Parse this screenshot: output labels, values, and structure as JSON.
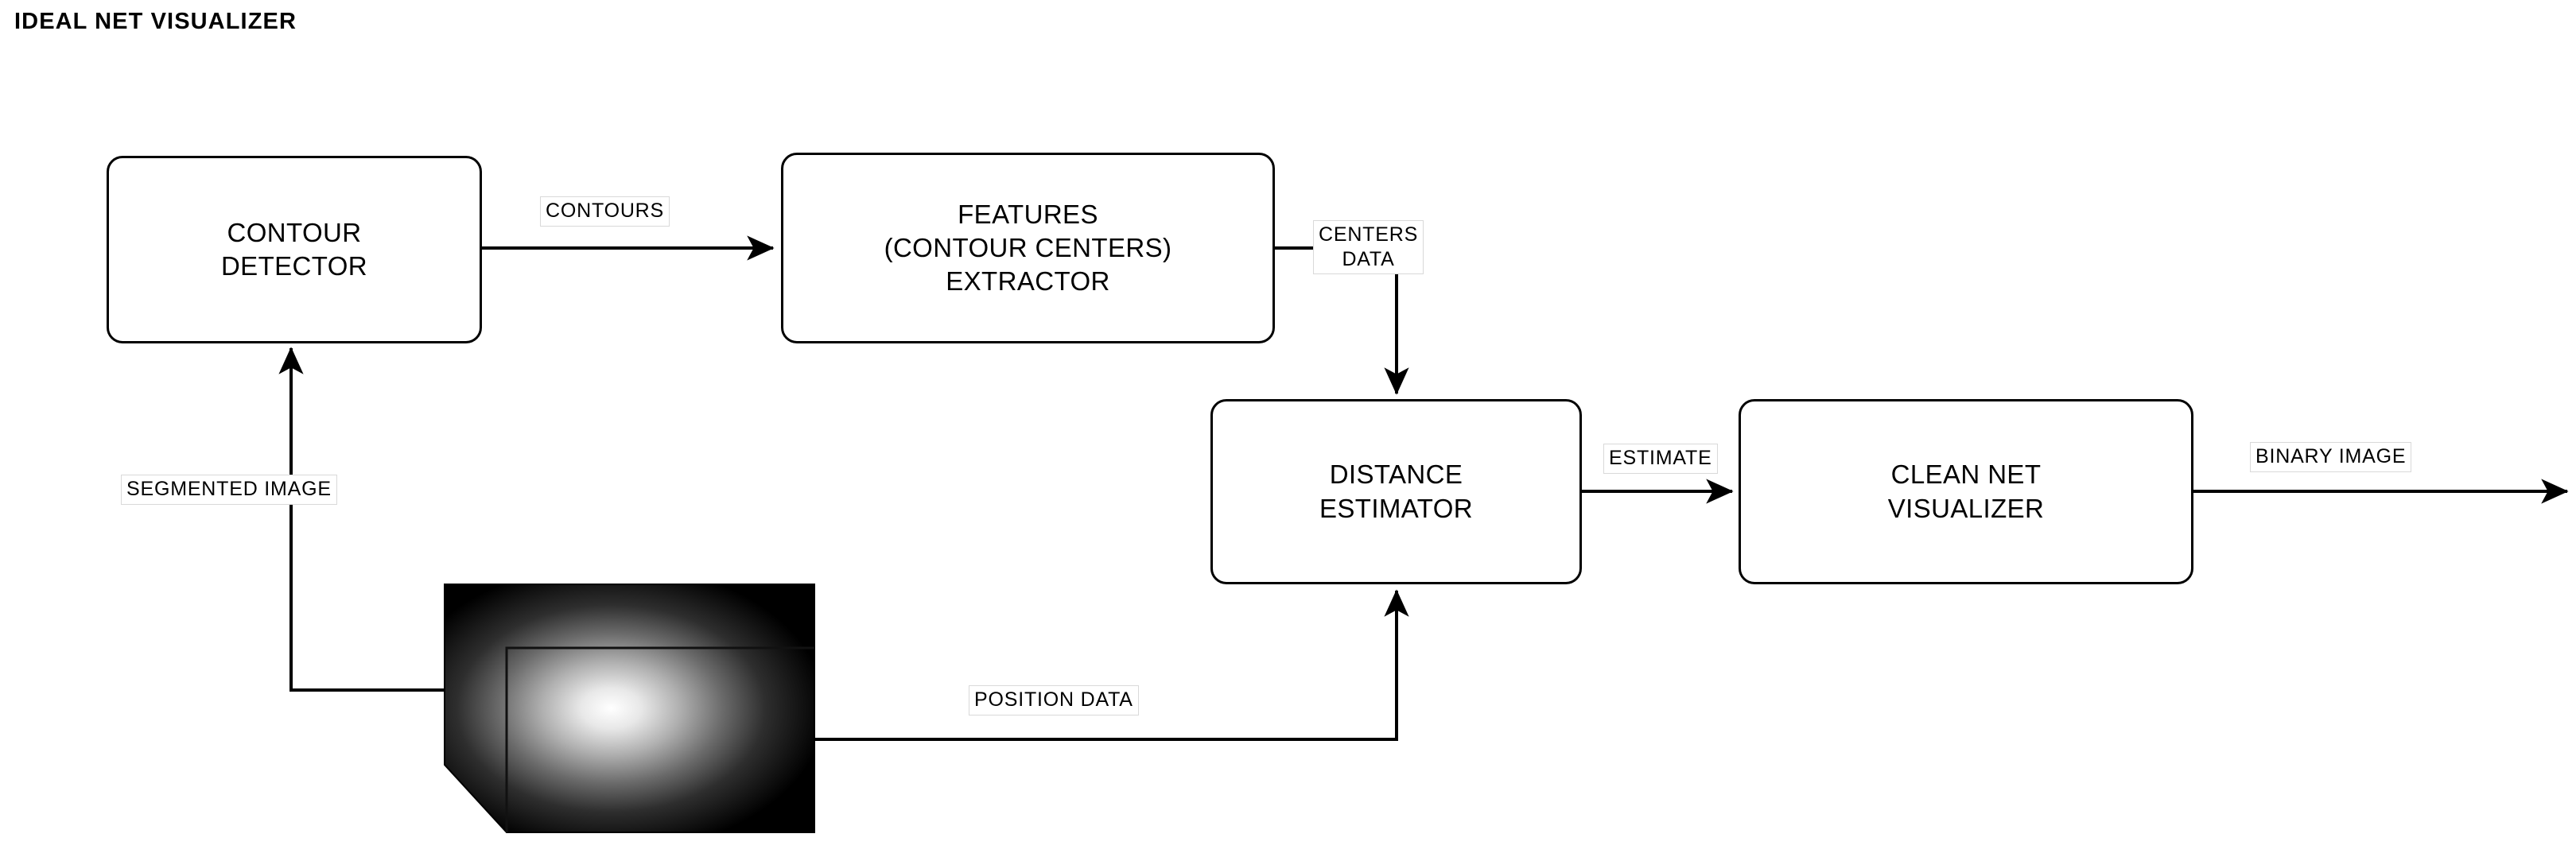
{
  "diagram": {
    "title": "IDEAL NET VISUALIZER",
    "type": "block-flow-diagram",
    "background_color": "#ffffff",
    "line_color": "#000000",
    "label_border_color": "#d9d9d9",
    "nodes": [
      {
        "id": "contour-detector",
        "lines": [
          "CONTOUR",
          "DETECTOR"
        ]
      },
      {
        "id": "features-extractor",
        "lines": [
          "FEATURES",
          "(CONTOUR CENTERS)",
          "EXTRACTOR"
        ]
      },
      {
        "id": "distance-estimator",
        "lines": [
          "DISTANCE",
          "ESTIMATOR"
        ]
      },
      {
        "id": "clean-net-visualizer",
        "lines": [
          "CLEAN NET",
          "VISUALIZER"
        ]
      }
    ],
    "edge_labels": [
      {
        "id": "contours",
        "lines": [
          "CONTOURS"
        ]
      },
      {
        "id": "centers-data",
        "lines": [
          "CENTERS",
          "DATA"
        ]
      },
      {
        "id": "estimate",
        "lines": [
          "ESTIMATE"
        ]
      },
      {
        "id": "binary-image",
        "lines": [
          "BINARY IMAGE"
        ]
      },
      {
        "id": "segmented-image",
        "lines": [
          "SEGMENTED IMAGE"
        ]
      },
      {
        "id": "position-data",
        "lines": [
          "POSITION DATA"
        ]
      }
    ],
    "image_source": {
      "id": "input-image-cube",
      "shape": "3d-box",
      "fill": "radial-gradient-white-to-black"
    }
  }
}
